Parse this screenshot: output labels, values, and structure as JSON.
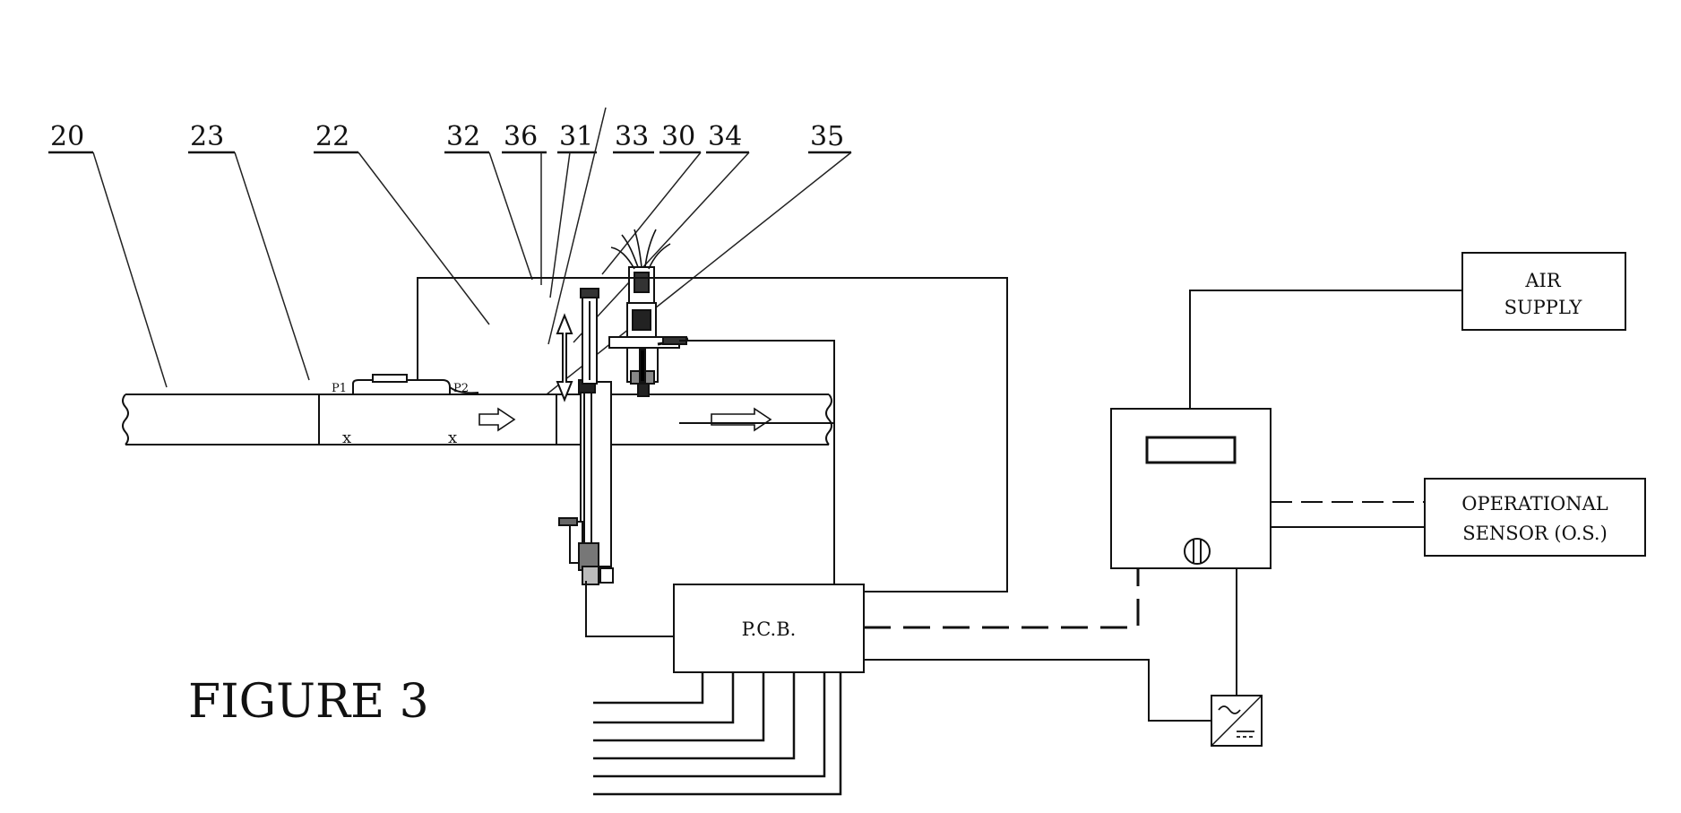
{
  "figure_title": "FIGURE 3",
  "reference_numerals": {
    "n20": "20",
    "n23": "23",
    "n22": "22",
    "n32": "32",
    "n36": "36",
    "n31": "31",
    "n33": "33",
    "n30": "30",
    "n34": "34",
    "n35": "35"
  },
  "blocks": {
    "air_supply": [
      "AIR",
      "SUPPLY"
    ],
    "operational_sensor": [
      "OPERATIONAL",
      "SENSOR (O.S.)"
    ],
    "pcb": "P.C.B."
  },
  "pipe_marks": {
    "p1": "P1",
    "p2": "P2",
    "x1": "x",
    "x2": "x"
  }
}
